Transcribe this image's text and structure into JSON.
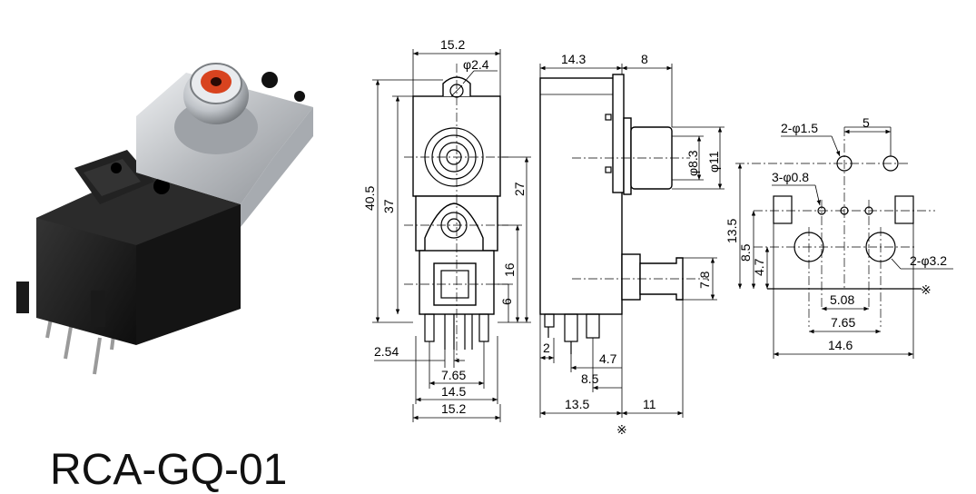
{
  "model": "RCA-GQ-01",
  "front_view": {
    "width_top": "15.2",
    "hole_dia": "φ2.4",
    "height_total": "40.5",
    "height_body": "37",
    "jack_to_bottom": "27",
    "optical_to_bottom": "16",
    "bottom_small": "6",
    "pin_pitch_label": "2.54",
    "pin_span": "7.65",
    "tab_span": "14.5",
    "width_bottom": "15.2"
  },
  "side_view": {
    "depth_top": "14.3",
    "jack_length": "8",
    "jack_inner_dia": "φ8.3",
    "jack_outer_dia": "φ11",
    "optical_dia": "7.8",
    "pin_offset": "2",
    "pin_a": "4.7",
    "pin_b": "8.5",
    "depth_bottom": "13.5",
    "protrusion": "11",
    "ref_mark": "※"
  },
  "pcb_layout": {
    "small_holes": "2-φ1.5",
    "small_pitch": "5",
    "pin_holes": "3-φ0.8",
    "height_a": "13.5",
    "height_b": "8.5",
    "height_c": "4.7",
    "large_holes": "2-φ3.2",
    "span_a": "5.08",
    "span_b": "7.65",
    "span_c": "14.6",
    "ref_mark": "※"
  },
  "colors": {
    "plastic": "#1f1f1f",
    "metal": "#c9ccd0",
    "rca_accent": "#d8431f"
  }
}
